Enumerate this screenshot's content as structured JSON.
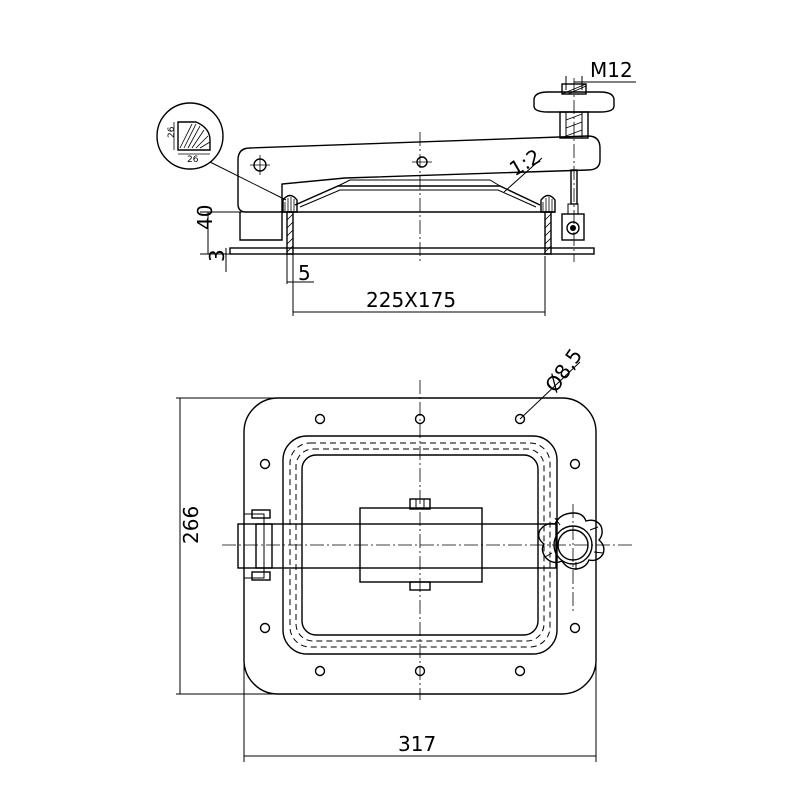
{
  "side_view": {
    "thread_label": "M12",
    "slope_label": "1:2",
    "height_label": "40",
    "flange_thickness_label": "3",
    "wall_thickness_label": "5",
    "opening_size_label": "225X175",
    "gasket_detail": {
      "height_label": "26",
      "width_label": "26"
    }
  },
  "top_view": {
    "hole_diameter_label": "Ø8,5",
    "height_label": "266",
    "width_label": "317"
  }
}
